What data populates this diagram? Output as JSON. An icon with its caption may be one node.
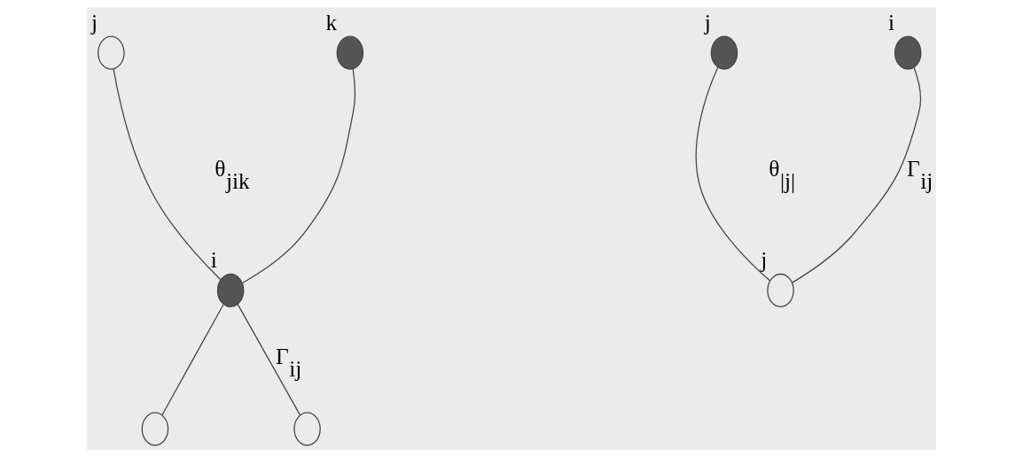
{
  "diagram": {
    "nodes": [
      {
        "text": [],
        "shape": "circle",
        "beside": [
          "j"
        ]
      },
      {
        "text": [],
        "shape": "circle",
        "beside": [
          "k"
        ]
      },
      {
        "text": [],
        "shape": "circle",
        "beside": [
          "i"
        ]
      },
      {
        "text": [],
        "shape": "circle"
      },
      {
        "text": [],
        "shape": "circle"
      },
      {
        "text": [],
        "shape": "circle",
        "beside": [
          "j"
        ]
      },
      {
        "text": [],
        "shape": "circle",
        "beside": [
          "i"
        ]
      },
      {
        "text": [],
        "shape": "circle",
        "beside": [
          "j"
        ]
      }
    ],
    "edges": [
      {
        "from": 0,
        "to": 2,
        "arrow": "none"
      },
      {
        "from": 1,
        "to": 2,
        "arrow": "none"
      },
      {
        "from": 2,
        "to": 3,
        "arrow": "none"
      },
      {
        "from": 2,
        "to": 4,
        "arrow": "none",
        "label": "Γ$_{ij}$"
      },
      {
        "from": 5,
        "to": 7,
        "arrow": "none"
      },
      {
        "from": 6,
        "to": 7,
        "arrow": "none",
        "label": "Γ$_{ij}$"
      }
    ],
    "labels": [
      "θ$_{jik}$",
      "θ$_{|j|}$"
    ]
  }
}
